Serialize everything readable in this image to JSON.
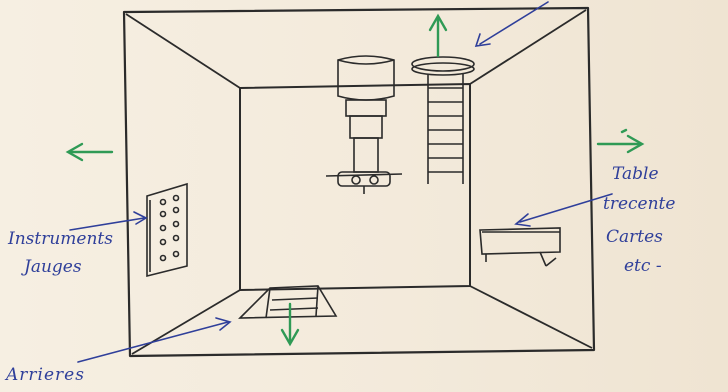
{
  "annotations": {
    "instruments": "Instruments",
    "jauges": "Jauges",
    "table_line1": "Table",
    "table_line2": "trecente",
    "table_line3": "Cartes",
    "table_line4": "etc -",
    "arrieres": "Arrieres"
  },
  "colors": {
    "paper": "#f4ecde",
    "pencil": "#2b2b2b",
    "ink": "#2f3f9a",
    "exit_arrows": "#2f9a55"
  },
  "icons": {
    "exit_arrow": "green-arrow-icon",
    "pointer": "blue-pointer-arrow-icon"
  }
}
